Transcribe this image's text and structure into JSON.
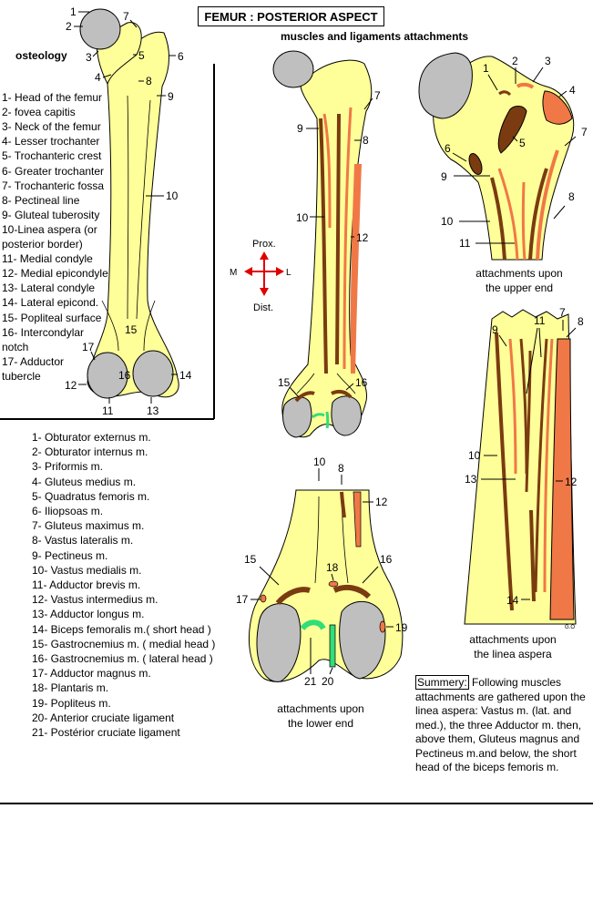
{
  "title": "FEMUR  :  POSTERIOR ASPECT",
  "subtitle": "muscles and ligaments attachments",
  "osteology": {
    "heading": "osteology",
    "items": [
      "1- Head of the femur",
      "2- fovea capitis",
      "3- Neck of the femur",
      "4- Lesser trochanter",
      "5- Trochanteric crest",
      "6- Greater trochanter",
      "7- Trochanteric fossa",
      "8- Pectineal line",
      "9- Gluteal tuberosity",
      "10-Linea aspera (or",
      "     posterior border)",
      "11- Medial condyle",
      "12- Medial epicondyle",
      "13- Lateral condyle",
      "14- Lateral epicond.",
      "15- Popliteal surface",
      "16- Intercondylar",
      "      notch",
      "17- Adductor",
      "      tubercle"
    ]
  },
  "muscles": [
    "1- Obturator externus m.",
    "2- Obturator internus m.",
    "3- Priformis m.",
    "4- Gluteus medius m.",
    "5- Quadratus femoris  m.",
    "6- Iliopsoas m.",
    "7- Gluteus maximus m.",
    "8- Vastus lateralis m.",
    "9- Pectineus m.",
    "10- Vastus medialis  m.",
    "11- Adductor brevis  m.",
    "12- Vastus intermedius m.",
    "13- Adductor longus m.",
    "14- Biceps femoralis  m.( short head )",
    "15- Gastrocnemius m.  ( medial head )",
    "16- Gastrocnemius m.  ( lateral head )",
    "17- Adductor magnus m.",
    "18- Plantaris m.",
    "19- Popliteus m.",
    "20- Anterior cruciate ligament",
    "21- Postérior cruciate ligament"
  ],
  "compass": {
    "prox": "Prox.",
    "dist": "Dist.",
    "medial": "M",
    "lateral": "L"
  },
  "captions": {
    "upper_line1": "attachments upon",
    "upper_line2": "the upper end",
    "linea_line1": "attachments upon",
    "linea_line2": "the linea aspera",
    "lower_line1": "attachments upon",
    "lower_line2": "the lower end"
  },
  "summary": {
    "label": "Summery:",
    "text": " Following muscles attachments are gathered upon the linea aspera: Vastus m. (lat. and med.), the three Adductor m. then, above them, Gluteus magnus and Pectineus m.and below, the short head of the biceps femoris m."
  },
  "figure_labels": {
    "left_femur": [
      "1",
      "2",
      "3",
      "4",
      "5",
      "6",
      "7",
      "8",
      "9",
      "10",
      "11",
      "12",
      "13",
      "14",
      "15",
      "16",
      "17"
    ],
    "middle_femur": [
      "7",
      "8",
      "9",
      "10",
      "12",
      "15",
      "16"
    ],
    "upper_end": [
      "1",
      "2",
      "3",
      "4",
      "5",
      "6",
      "7",
      "8",
      "9",
      "10",
      "11"
    ],
    "linea_aspera": [
      "7",
      "8",
      "9",
      "10",
      "11",
      "12",
      "13",
      "14"
    ],
    "lower_end": [
      "10",
      "8",
      "12",
      "15",
      "16",
      "17",
      "18",
      "19",
      "20",
      "21"
    ],
    "signature": "G.O"
  },
  "colors": {
    "bone": "#ffff99",
    "cartilage": "#bfbfbf",
    "muscle_dark": "#7a3b10",
    "muscle_orange": "#f07846",
    "ligament": "#33dd77",
    "compass": "#e00000"
  }
}
